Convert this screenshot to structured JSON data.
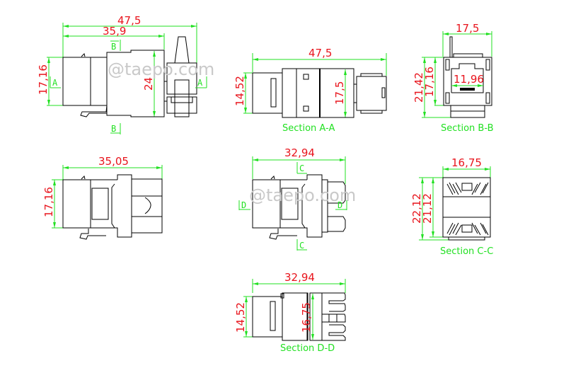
{
  "watermark": "@taepo.com",
  "views": {
    "front": {
      "dims": {
        "overall_length": "47,5",
        "body_length": "35,9",
        "height_left": "17,16",
        "height_body": "24"
      },
      "section_markers": {
        "top": "B",
        "bottom": "B",
        "left": "A",
        "right": "A"
      }
    },
    "section_a": {
      "caption": "Section A-A",
      "dims": {
        "length": "47,5",
        "height_left": "14,52",
        "height_mid": "17,5"
      }
    },
    "section_b": {
      "caption": "Section B-B",
      "dims": {
        "width": "17,5",
        "height_outer": "21,42",
        "height_inner": "17,16",
        "port_width": "11,96"
      }
    },
    "side": {
      "dims": {
        "length": "35,05",
        "height": "17,16"
      }
    },
    "middle": {
      "dims": {
        "length": "32,94"
      },
      "section_markers": {
        "top": "C",
        "bottom": "C",
        "left": "D",
        "right": "D"
      }
    },
    "section_c": {
      "caption": "Section C-C",
      "dims": {
        "width": "16,75",
        "height_outer": "22,12",
        "height_inner": "21,12"
      }
    },
    "section_d": {
      "caption": "Section D-D",
      "dims": {
        "length": "32,94",
        "height_left": "14,52",
        "height_mid": "16,75"
      }
    }
  }
}
